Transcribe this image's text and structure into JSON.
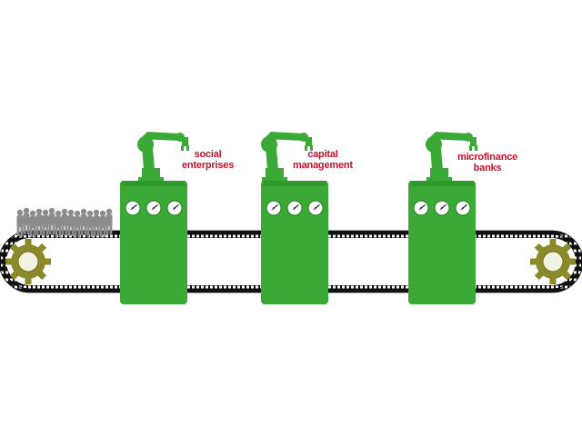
{
  "colors": {
    "machine": "#3aa935",
    "label": "#c8102e",
    "belt": "#111111",
    "gear": "#8a8a2a",
    "gear_hub": "#f2f2e0",
    "people": "#8c8c8c"
  },
  "stations": [
    {
      "label_line1": "social",
      "label_line2": "enterprises"
    },
    {
      "label_line1": "capital",
      "label_line2": "management"
    },
    {
      "label_line1": "microfinance",
      "label_line2": "banks"
    }
  ]
}
